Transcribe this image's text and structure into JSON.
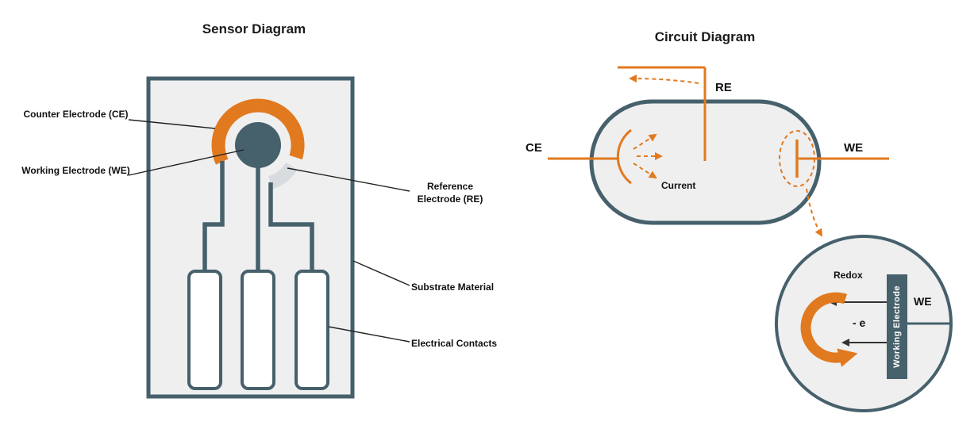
{
  "colors": {
    "orange": "#E1791F",
    "slate": "#46606C",
    "panel": "#EFEFEF",
    "gray_arc": "#D9DCDE",
    "text": "#111111"
  },
  "sensor": {
    "title": "Sensor Diagram",
    "labels": {
      "counter": "Counter Electrode (CE)",
      "working": "Working Electrode (WE)",
      "reference": "Reference Electrode (RE)",
      "substrate": "Substrate Material",
      "contacts": "Electrical Contacts"
    }
  },
  "circuit": {
    "title": "Circuit Diagram",
    "labels": {
      "ce": "CE",
      "re": "RE",
      "we": "WE",
      "current": "Current"
    },
    "zoom": {
      "redox": "Redox",
      "electron": "- e",
      "we": "WE",
      "electrode": "Working Electrode"
    }
  }
}
